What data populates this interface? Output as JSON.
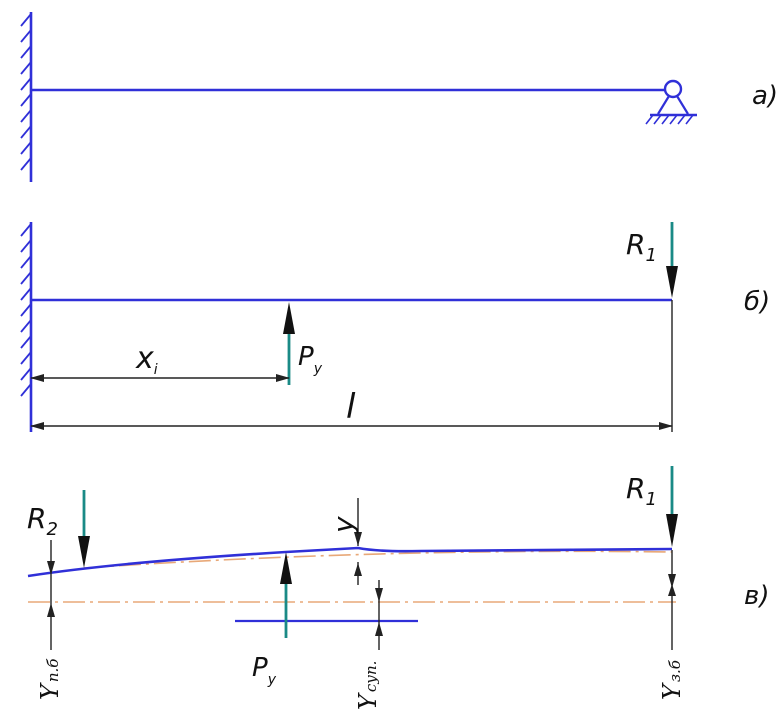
{
  "colors": {
    "beam": "#3030d8",
    "force": "#1a8a86",
    "axis": "#e8a878",
    "dim": "#222222"
  },
  "panel_a": {
    "tag": "а)"
  },
  "panel_b": {
    "tag": "б)",
    "reaction_label": "R",
    "reaction_sub": "1",
    "force_label": "P",
    "force_sub": "y",
    "dim_x_label": "x",
    "dim_x_sub": "i",
    "dim_l_label": "l"
  },
  "panel_c": {
    "tag": "в)",
    "reaction1_label": "R",
    "reaction1_sub": "1",
    "reaction2_label": "R",
    "reaction2_sub": "2",
    "force_label": "P",
    "force_sub": "y",
    "y_label": "y",
    "y_left_label": "Y",
    "y_left_sub": "п.б",
    "y_mid_label": "Y",
    "y_mid_sub": "суп.",
    "y_right_label": "Y",
    "y_right_sub": "з.б"
  }
}
